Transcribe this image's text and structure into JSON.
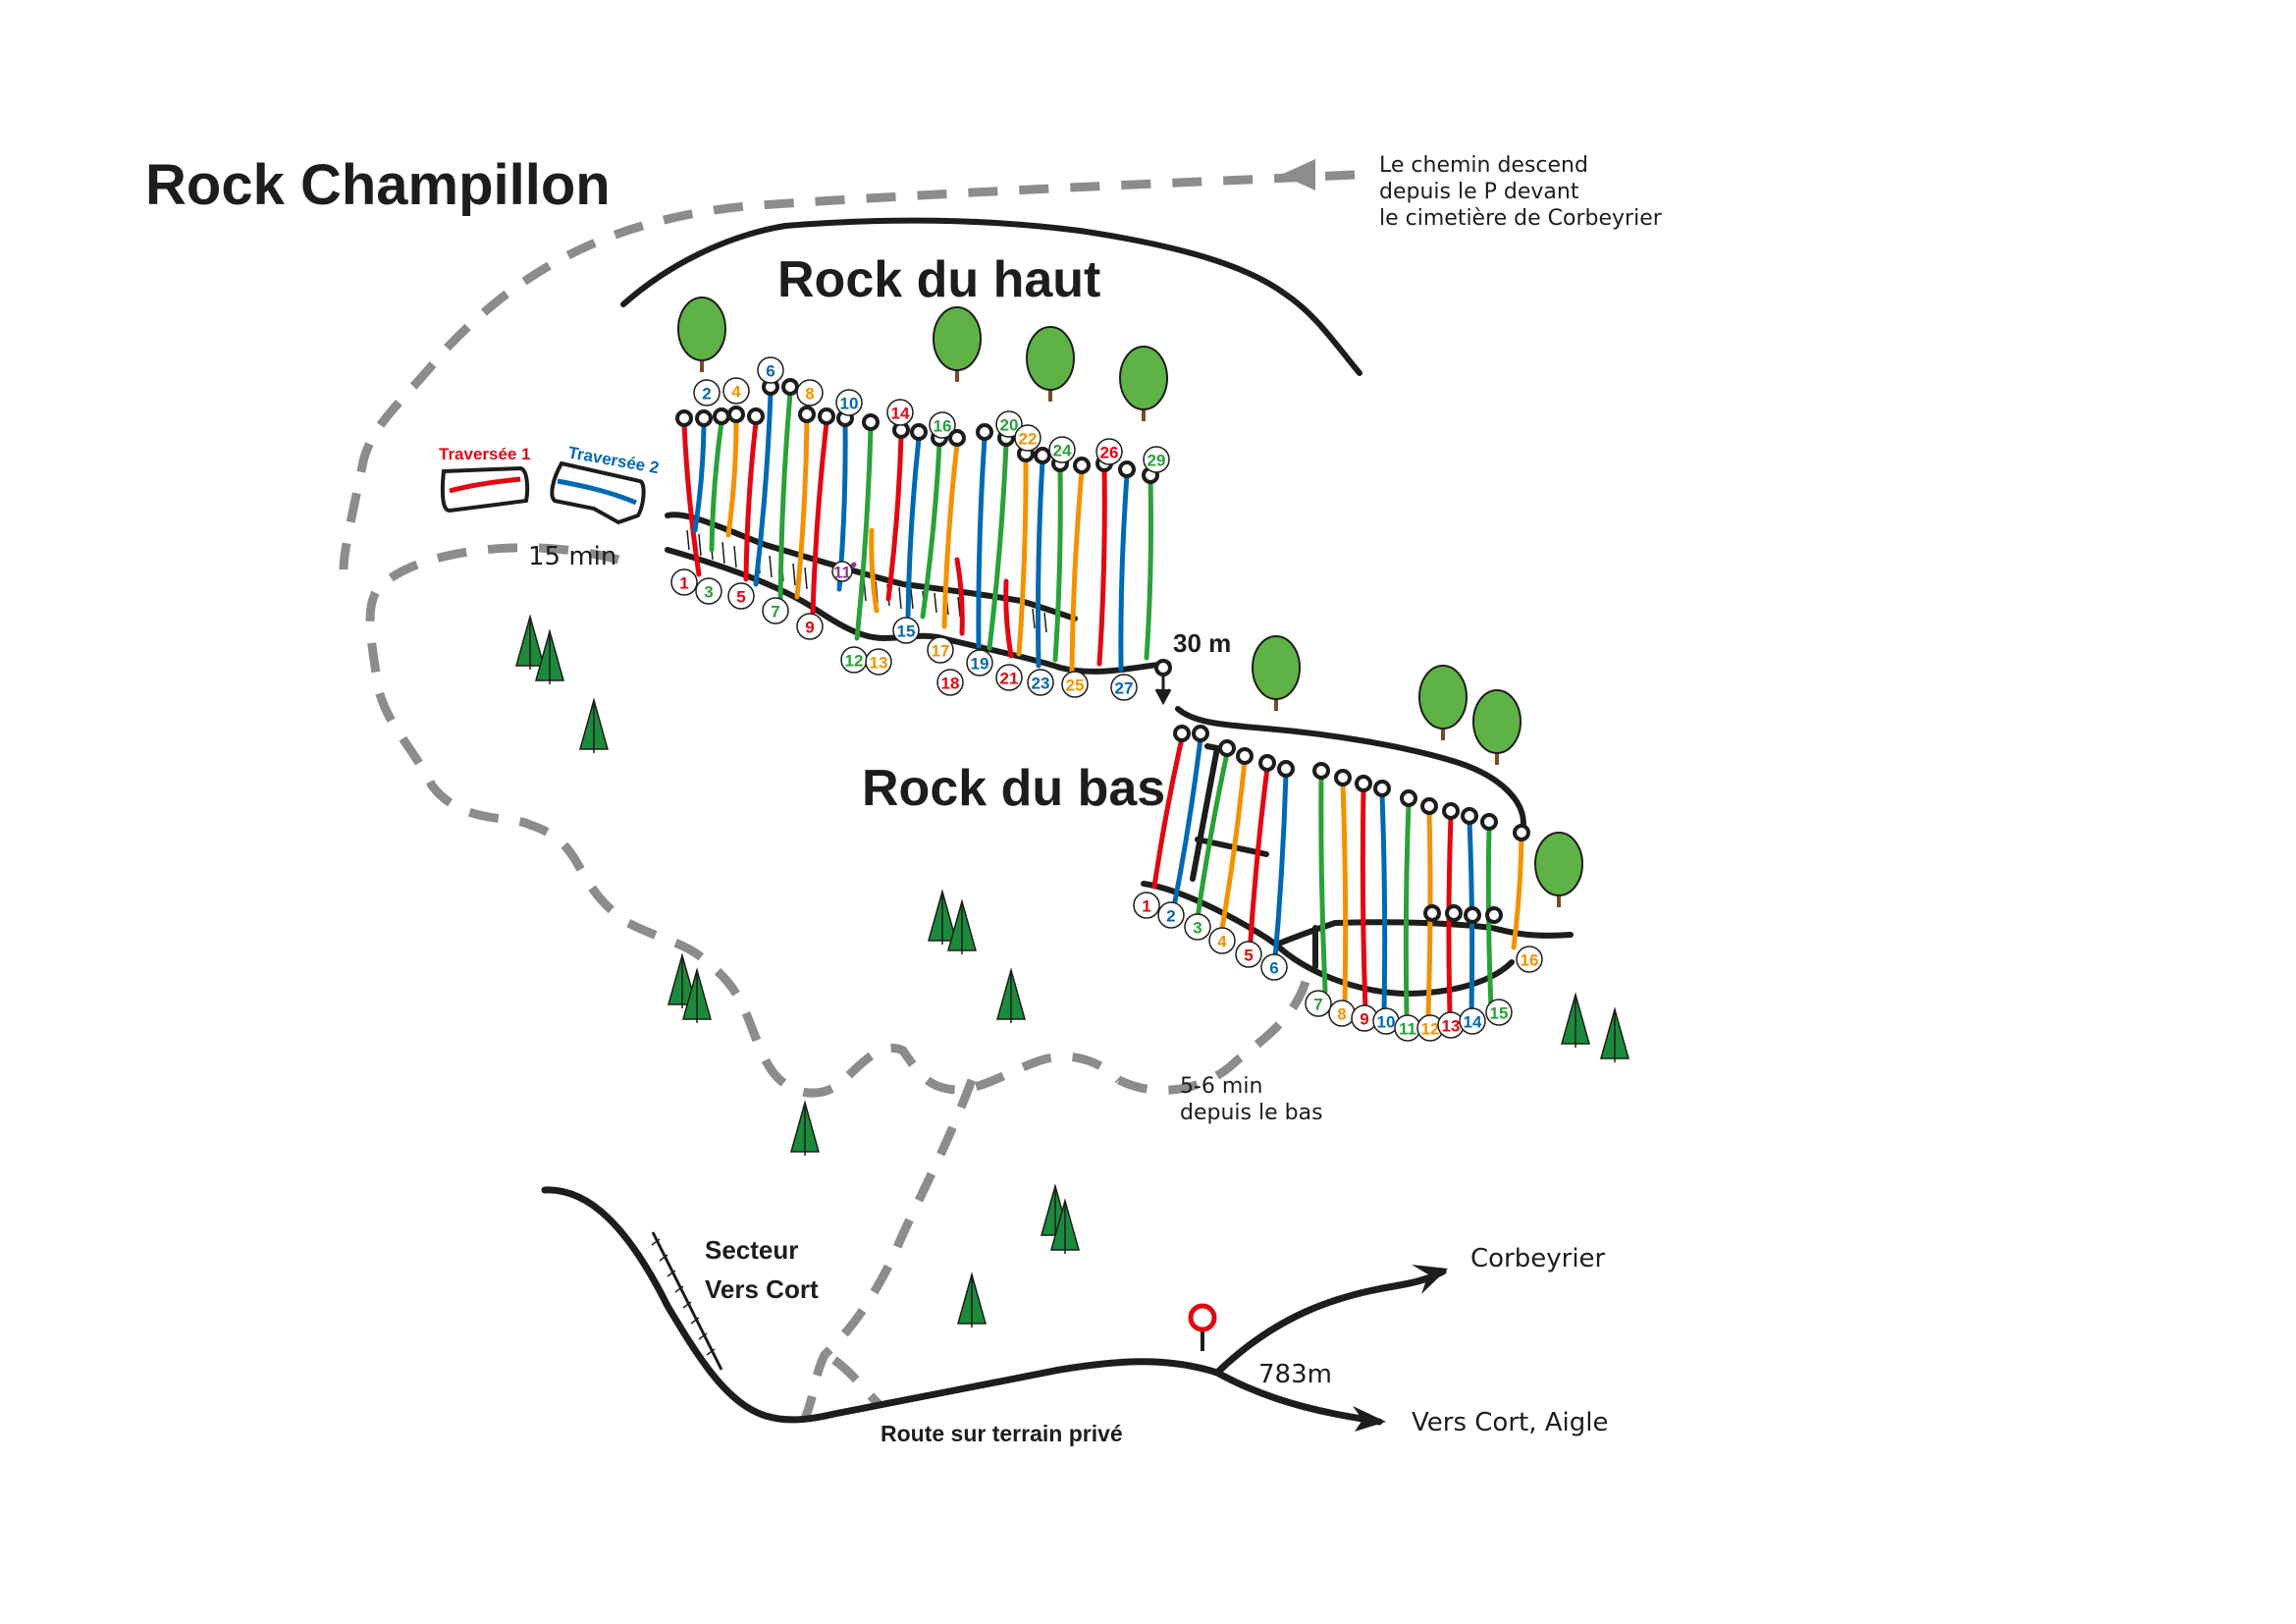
{
  "title": "Rock Champillon",
  "colors": {
    "red": "#e30613",
    "blue": "#0069b4",
    "green": "#2aa13a",
    "orange": "#f39200",
    "purple": "#8e3a8c",
    "path_gray": "#8c8c8c",
    "tree_green": "#5fb246",
    "pine_green": "#1b8a3a",
    "parking_red": "#e30613"
  },
  "sectors": {
    "haut": {
      "label": "Rock du haut",
      "routes": [
        {
          "n": "1",
          "color": "red"
        },
        {
          "n": "2",
          "color": "blue"
        },
        {
          "n": "3",
          "color": "green"
        },
        {
          "n": "4",
          "color": "orange"
        },
        {
          "n": "5",
          "color": "red"
        },
        {
          "n": "6",
          "color": "blue"
        },
        {
          "n": "7",
          "color": "green"
        },
        {
          "n": "8",
          "color": "orange"
        },
        {
          "n": "9",
          "color": "red"
        },
        {
          "n": "10",
          "color": "blue"
        },
        {
          "n": "11",
          "color": "purple"
        },
        {
          "n": "12",
          "color": "green"
        },
        {
          "n": "13",
          "color": "orange"
        },
        {
          "n": "14",
          "color": "red"
        },
        {
          "n": "15",
          "color": "blue"
        },
        {
          "n": "16",
          "color": "green"
        },
        {
          "n": "17",
          "color": "orange"
        },
        {
          "n": "18",
          "color": "red"
        },
        {
          "n": "19",
          "color": "blue"
        },
        {
          "n": "20",
          "color": "green"
        },
        {
          "n": "21",
          "color": "red"
        },
        {
          "n": "22",
          "color": "orange"
        },
        {
          "n": "23",
          "color": "blue"
        },
        {
          "n": "24",
          "color": "green"
        },
        {
          "n": "25",
          "color": "orange"
        },
        {
          "n": "26",
          "color": "red"
        },
        {
          "n": "27",
          "color": "blue"
        },
        {
          "n": "29",
          "color": "green"
        }
      ]
    },
    "bas": {
      "label": "Rock du bas",
      "routes": [
        {
          "n": "1",
          "color": "red"
        },
        {
          "n": "2",
          "color": "blue"
        },
        {
          "n": "3",
          "color": "green"
        },
        {
          "n": "4",
          "color": "orange"
        },
        {
          "n": "5",
          "color": "red"
        },
        {
          "n": "6",
          "color": "blue"
        },
        {
          "n": "7",
          "color": "green"
        },
        {
          "n": "8",
          "color": "orange"
        },
        {
          "n": "9",
          "color": "red"
        },
        {
          "n": "10",
          "color": "blue"
        },
        {
          "n": "11",
          "color": "green"
        },
        {
          "n": "12",
          "color": "orange"
        },
        {
          "n": "13",
          "color": "red"
        },
        {
          "n": "14",
          "color": "blue"
        },
        {
          "n": "15",
          "color": "green"
        },
        {
          "n": "16",
          "color": "orange"
        }
      ]
    },
    "vers_cort": {
      "line1": "Secteur",
      "line2": "Vers Cort"
    }
  },
  "traverses": [
    {
      "label": "Traversée 1",
      "color": "red"
    },
    {
      "label": "Traversée 2",
      "color": "blue"
    }
  ],
  "annotations": {
    "approach_note": [
      "Le chemin descend",
      "depuis le P devant",
      "le cimetière de Corbeyrier"
    ],
    "time_top": "15 min",
    "height_between": "30 m",
    "time_bottom": [
      "5-6 min",
      "depuis le bas"
    ],
    "road_label": "Route sur terrain privé",
    "altitude": "783m",
    "dest_corbeyrier": "Corbeyrier",
    "dest_aigle": "Vers Cort, Aigle"
  },
  "icons": {
    "tree": "deciduous-tree-icon",
    "pine": "pine-tree-icon",
    "parking": "parking-pin-icon",
    "anchor": "anchor-ring-icon"
  }
}
